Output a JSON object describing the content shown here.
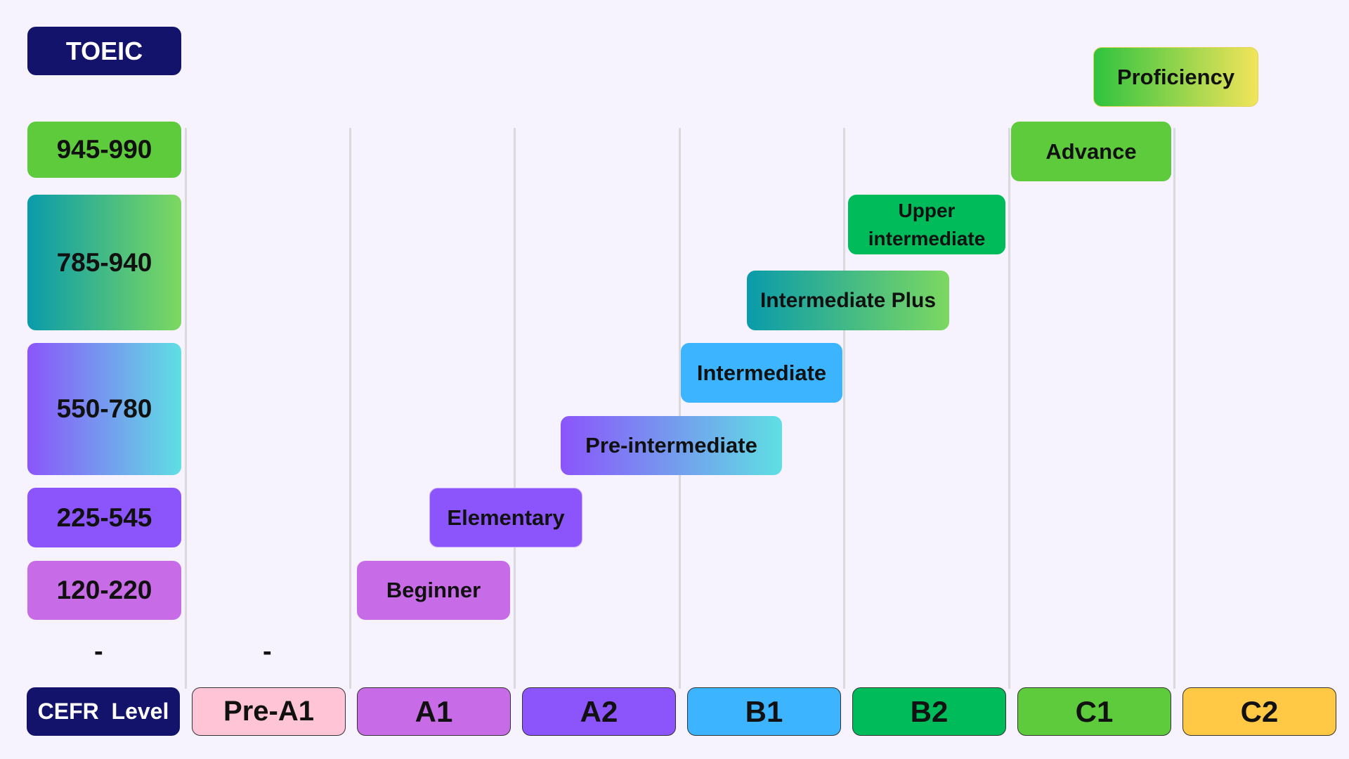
{
  "toeic_header": "TOEIC",
  "cefr_header": "CEFR  Level",
  "dash": "-",
  "score_bands": [
    "945-990",
    "785-940",
    "550-780",
    "225-545",
    "120-220"
  ],
  "cefr_levels": [
    "Pre-A1",
    "A1",
    "A2",
    "B1",
    "B2",
    "C1",
    "C2"
  ],
  "proficiency_levels": {
    "beginner": "Beginner",
    "elementary": "Elementary",
    "pre_intermediate": "Pre-intermediate",
    "intermediate": "Intermediate",
    "intermediate_plus": "Intermediate Plus",
    "upper_intermediate": "Upper intermediate",
    "advance": "Advance",
    "proficiency": "Proficiency"
  },
  "colors": {
    "navy": "#13136b",
    "pink": "#ffc4d6",
    "orchid": "#c86be6",
    "violet": "#8b55fb",
    "sky": "#3cb4ff",
    "emerald": "#00bb5a",
    "lime": "#5ecb3c",
    "amber": "#ffc845",
    "teal": "#0ba2a8",
    "cyan": "#5fdfe3",
    "yellow": "#f2e45a"
  }
}
